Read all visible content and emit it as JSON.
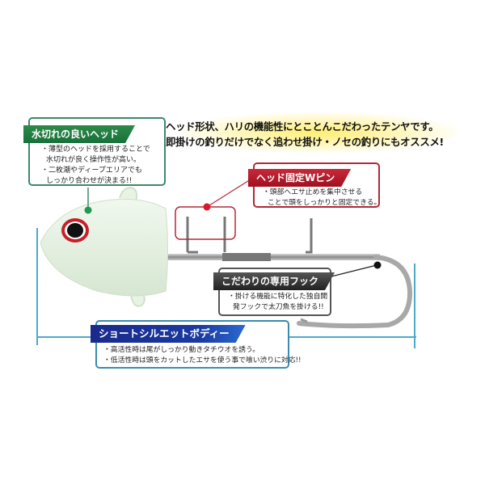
{
  "headline": {
    "line1": "ヘッド形状、ハリの機能性にとことんこだわったテンヤです。",
    "line2": "即掛けの釣りだけでなく追わせ掛け・ノセの釣りにもオススメ!"
  },
  "callouts": [
    {
      "title": "水切れの良いヘッド",
      "color": "#1f7d44",
      "lines": [
        "・薄型のヘッドを採用することで",
        "  水切れが良く操作性が高い。",
        "・二枚潮やディープエリアでも",
        "  しっかり合わせが決まる!!"
      ]
    },
    {
      "title": "ヘッド固定Wピン",
      "color": "#b81a2c",
      "lines": [
        "・頭部へエサ止めを集中させる",
        "  ことで頭をしっかりと固定できる。"
      ]
    },
    {
      "title": "こだわりの専用フック",
      "color": "#333333",
      "lines": [
        "・掛ける機能に特化した独自開",
        "  発フックで太刀魚を掛ける!!"
      ]
    },
    {
      "title": "ショートシルエットボディー",
      "color": "#1a2a8c",
      "lines": [
        "・高活性時は尾がしっかり動きタチウオを誘う。",
        "・低活性時は頭をカットしたエサを使う事で喰い渋りに対応!!"
      ]
    }
  ],
  "product": {
    "head_color": "#e8f3e4",
    "eye_ring_color": "#c8202a",
    "hook_color": "#b8b8b8",
    "measure_line_color": "#4fa9c9"
  }
}
